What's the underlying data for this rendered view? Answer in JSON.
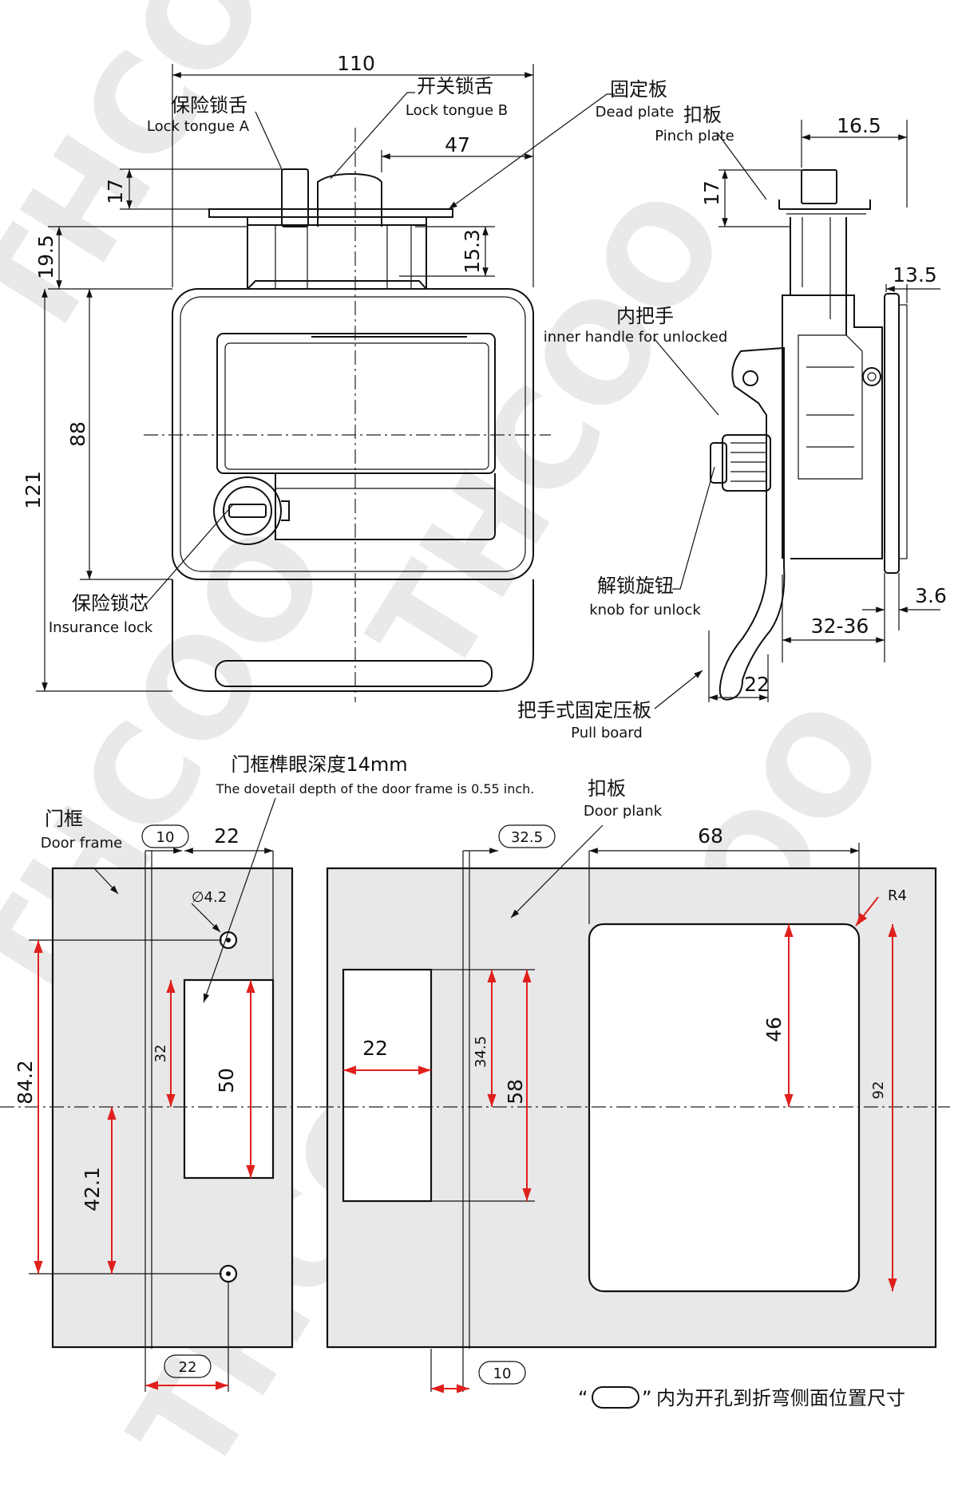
{
  "watermark": "THCOO",
  "top_view": {
    "dims": [
      "110",
      "47",
      "17",
      "15.3",
      "19.5",
      "88",
      "121"
    ],
    "labels": {
      "lock_tongue_a_zh": "保险锁舌",
      "lock_tongue_a_en": "Lock tongue A",
      "lock_tongue_b_zh": "开关锁舌",
      "lock_tongue_b_en": "Lock tongue B",
      "dead_plate_zh": "固定板",
      "dead_plate_en": "Dead plate",
      "insurance_lock_zh": "保险锁芯",
      "insurance_lock_en": "Insurance lock"
    }
  },
  "side_view": {
    "dims": [
      "16.5",
      "17",
      "13.5",
      "3.6",
      "32-36",
      "22"
    ],
    "labels": {
      "pinch_plate_zh": "扣板",
      "pinch_plate_en": "Pinch plate",
      "inner_handle_zh": "内把手",
      "inner_handle_en": "inner handle for unlocked",
      "knob_zh": "解锁旋钮",
      "knob_en": "knob for unlock",
      "pull_board_zh": "把手式固定压板",
      "pull_board_en": "Pull board"
    }
  },
  "door_frame": {
    "title_zh": "门框",
    "title_en": "Door frame",
    "dovetail_zh": "门框榫眼深度14mm",
    "dovetail_en": "The dovetail depth of the door frame is  0.55 inch.",
    "dims": {
      "ref_top": "10",
      "width": "22",
      "hole": "∅4.2",
      "height_32": "32",
      "height_50": "50",
      "height_84": "84.2",
      "height_42": "42.1",
      "ref_bottom": "22"
    }
  },
  "door_plank": {
    "title_zh": "扣板",
    "title_en": "Door plank",
    "dims": {
      "ref_top": "32.5",
      "width_68": "68",
      "radius": "R4",
      "slot_22": "22",
      "h_34": "34.5",
      "h_58": "58",
      "h_46": "46",
      "h_92": "92",
      "ref_bottom": "10"
    }
  },
  "footnote": {
    "open_quote": "“",
    "close_quote": "”",
    "text": "内为开孔到折弯侧面位置尺寸"
  }
}
